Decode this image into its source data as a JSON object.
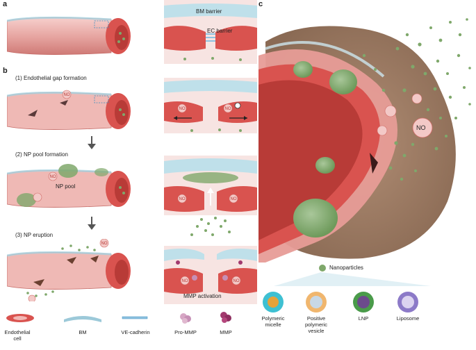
{
  "panels": {
    "a": {
      "letter": "a",
      "bm_label": "BM barrier",
      "ec_label": "EC barrier"
    },
    "b": {
      "letter": "b",
      "step1": "(1) Endothelial gap formation",
      "step2": "(2) NP pool formation",
      "step3": "(3) NP eruption",
      "np_pool_label": "NP pool",
      "mmp_activation_label": "MMP activation"
    },
    "c": {
      "letter": "c",
      "no_label": "NO"
    }
  },
  "no_badge": "NO",
  "legend_bottom": [
    {
      "label": "Endothelial\ncell"
    },
    {
      "label": "BM"
    },
    {
      "label": "VE-cadherin"
    },
    {
      "label": "Pro-MMP"
    },
    {
      "label": "MMP"
    }
  ],
  "nanoparticles": {
    "title": "Nanoparticles",
    "types": [
      {
        "label": "Polymeric\nmicelle"
      },
      {
        "label": "Positive\npolymeric\nvesicle"
      },
      {
        "label": "LNP"
      },
      {
        "label": "Liposome"
      }
    ]
  },
  "colors": {
    "vessel_red": "#d9534f",
    "vessel_light": "#f2b8b5",
    "nanoparticle_green": "#7fa86b",
    "bm_blue": "#9cc9d9",
    "tissue_brown": "#9c7a62"
  }
}
